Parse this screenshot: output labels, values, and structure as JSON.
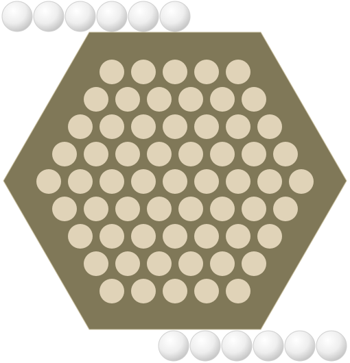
{
  "game": {
    "board": {
      "shape": "hexagon",
      "rows": [
        5,
        6,
        7,
        8,
        9,
        8,
        7,
        6,
        5
      ],
      "board_color": "#807858",
      "cell_color": "#e0d3b8",
      "empty_cells_count": 61
    },
    "captured_top": {
      "count": 6,
      "marble_color": "white"
    },
    "captured_bottom": {
      "count": 6,
      "marble_color": "white"
    }
  }
}
